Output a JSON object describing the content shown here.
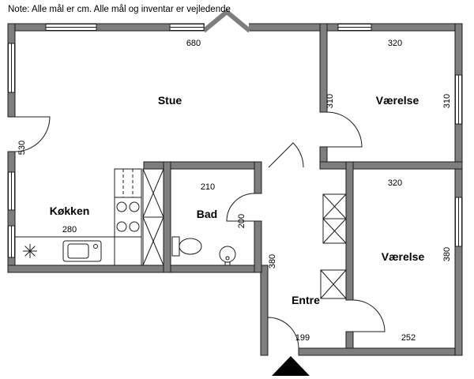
{
  "note": "Note: Alle mål er cm. Alle mål og inventar er vejledende",
  "rooms": {
    "stue": {
      "label": "Stue"
    },
    "vaerelse_top": {
      "label": "Værelse"
    },
    "koekken": {
      "label": "Køkken"
    },
    "bad": {
      "label": "Bad"
    },
    "entre": {
      "label": "Entre"
    },
    "vaerelse_bottom": {
      "label": "Værelse"
    }
  },
  "dimensions": {
    "stue_width": "680",
    "stue_depth": "530",
    "vaerelse_top_width": "320",
    "vaerelse_top_depth": "310",
    "bad_width": "210",
    "bad_depth": "200",
    "koekken_run": "280",
    "vaerelse_bottom_top_width": "320",
    "vaerelse_bottom_depth": "380",
    "vaerelse_bottom_width": "252",
    "entre_depth": "380",
    "entre_entry_width": "199"
  },
  "colors": {
    "wall": "#7e7e7e",
    "outline": "#1c1c1c",
    "entrance_arrow": "#000000"
  },
  "icons": {
    "entrance_arrow": "▲",
    "lamp": "✳",
    "wardrobe": "box-with-x",
    "stove": "four-burners",
    "toilet": "tank-and-bowl",
    "washbasin": "circle-with-tap"
  }
}
